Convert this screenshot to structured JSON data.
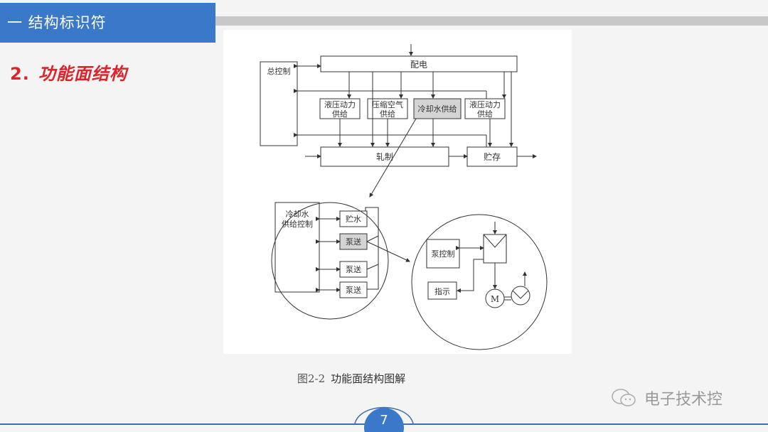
{
  "header": {
    "title": "一 结构标识符",
    "accent_color": "#3a78c9"
  },
  "section": {
    "number": "2.",
    "title": "功能面结构",
    "color": "#d8262c"
  },
  "diagram": {
    "top_blocks": {
      "distribution": "配电",
      "master_control": "总控制",
      "supplies": [
        "液压动力供给",
        "压缩空气供给",
        "冷却水供给",
        "液压动力供给"
      ],
      "supply_lines": [
        [
          "液压动力",
          "供给"
        ],
        [
          "压缩空气",
          "供给"
        ],
        [
          "冷却水供给"
        ],
        [
          "液压动力",
          "供给"
        ]
      ],
      "rolling": "轧制",
      "storage": "贮存"
    },
    "detail_circle_1": {
      "control": [
        "冷却水",
        "供给控制"
      ],
      "items": [
        "贮水",
        "泵送",
        "泵送",
        "泵送"
      ]
    },
    "detail_circle_2": {
      "pump_control": "泵控制",
      "indicator": "指示",
      "motor": "M"
    }
  },
  "caption": {
    "figure_no": "图2-2",
    "text": "功能面结构图解"
  },
  "watermark": {
    "text": "电子技术控",
    "icon": "wechat-icon"
  },
  "footer": {
    "page_number": "7"
  }
}
